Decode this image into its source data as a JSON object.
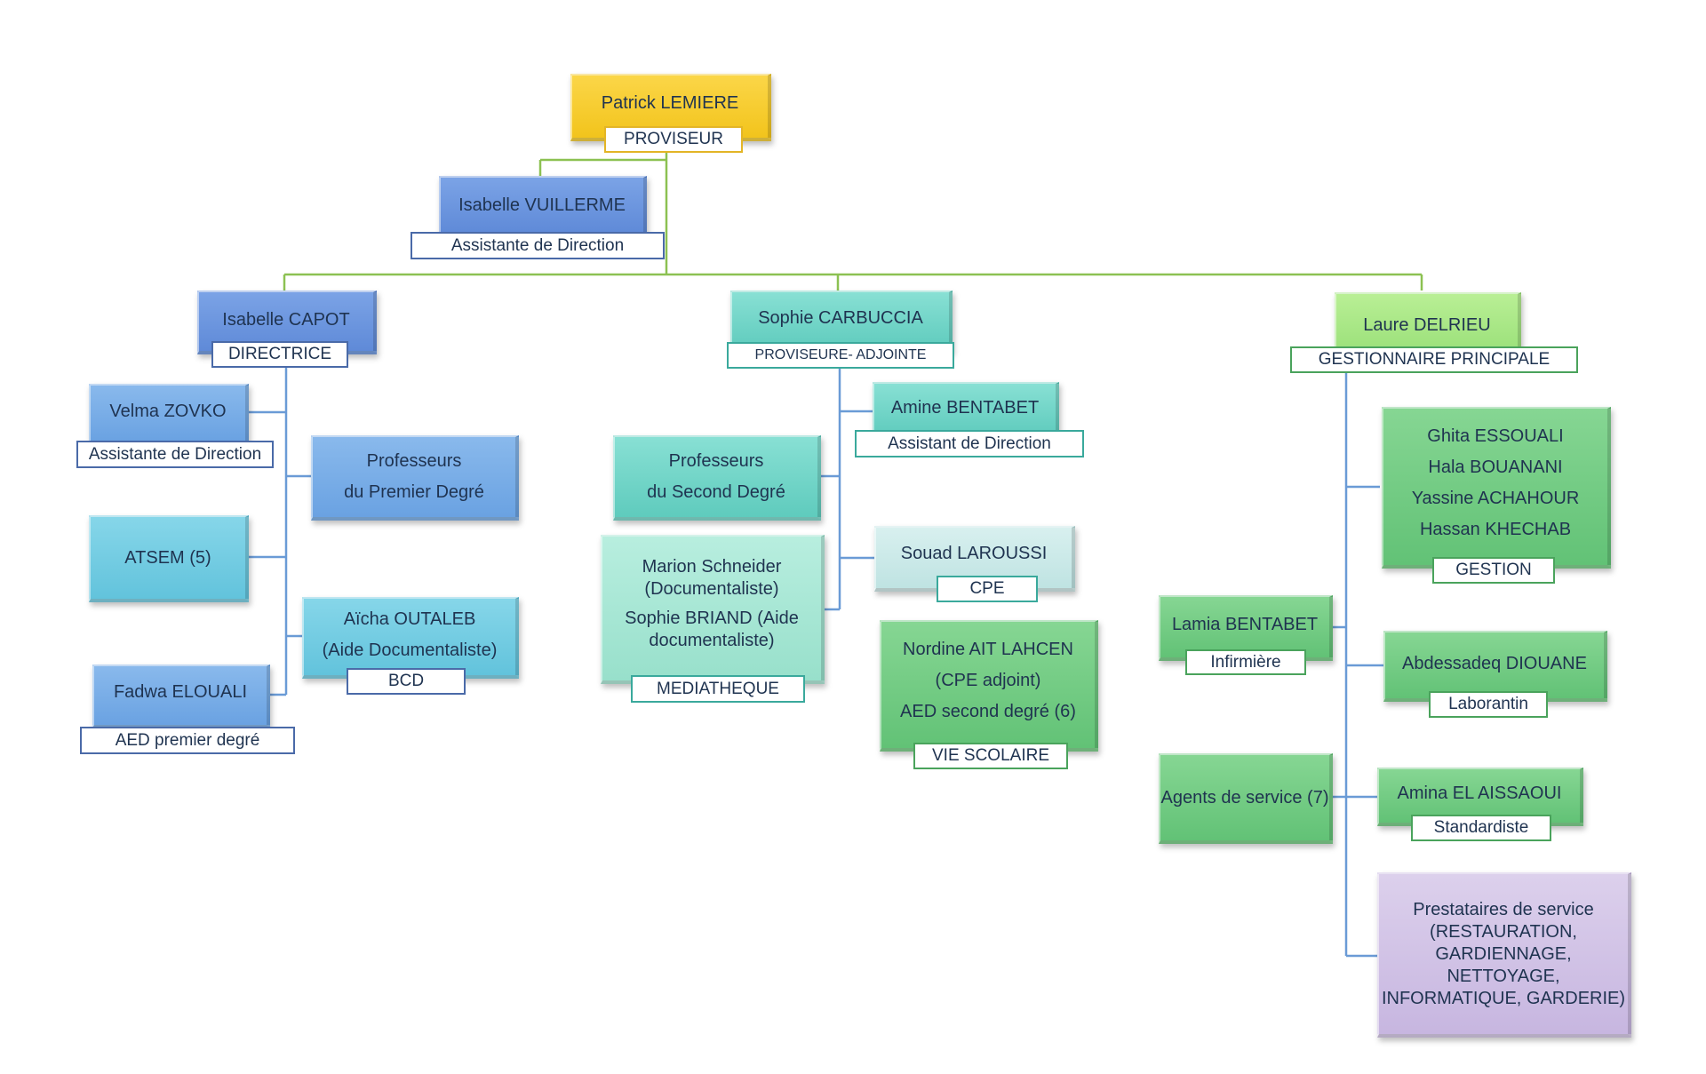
{
  "top": {
    "name": "Patrick LEMIERE",
    "role": "PROVISEUR"
  },
  "assistant": {
    "name": "Isabelle VUILLERME",
    "role": "Assistante de Direction"
  },
  "left": {
    "head": {
      "name": "Isabelle CAPOT",
      "role": "DIRECTRICE"
    },
    "velma": {
      "name": "Velma ZOVKO",
      "role": "Assistante de Direction"
    },
    "profs": {
      "lines": [
        "Professeurs",
        "du Premier Degré"
      ]
    },
    "atsem": {
      "name": "ATSEM (5)"
    },
    "aicha": {
      "lines": [
        "Aïcha OUTALEB",
        "(Aide Documentaliste)"
      ],
      "role": "BCD"
    },
    "fadwa": {
      "name": "Fadwa ELOUALI",
      "role": "AED premier degré"
    }
  },
  "middle": {
    "head": {
      "name": "Sophie CARBUCCIA",
      "role": "PROVISEURE- ADJOINTE"
    },
    "amine": {
      "name": "Amine BENTABET",
      "role": "Assistant de Direction"
    },
    "profs": {
      "lines": [
        "Professeurs",
        "du Second Degré"
      ]
    },
    "media": {
      "lines": [
        "Marion Schneider",
        "(Documentaliste)",
        "Sophie BRIAND (Aide",
        "documentaliste)"
      ],
      "role": "MEDIATHEQUE"
    },
    "souad": {
      "name": "Souad LAROUSSI",
      "role": "CPE"
    },
    "vie": {
      "lines": [
        "Nordine AIT LAHCEN",
        "(CPE adjoint)",
        "AED second degré (6)"
      ],
      "role": "VIE SCOLAIRE"
    }
  },
  "right": {
    "head": {
      "name": "Laure DELRIEU",
      "role": "GESTIONNAIRE PRINCIPALE"
    },
    "gestion": {
      "lines": [
        "Ghita ESSOUALI",
        "Hala BOUANANI",
        "Yassine ACHAHOUR",
        "Hassan KHECHAB"
      ],
      "role": "GESTION"
    },
    "lamia": {
      "name": "Lamia BENTABET",
      "role": "Infirmière"
    },
    "abdes": {
      "name": "Abdessadeq DIOUANE",
      "role": "Laborantin"
    },
    "agents": {
      "name": "Agents de service (7)"
    },
    "amina": {
      "name": "Amina EL AISSAOUI",
      "role": "Standardiste"
    },
    "presta": {
      "lines": [
        "Prestataires de service",
        "(RESTAURATION,",
        "GARDIENNAGE, NETTOYAGE,",
        "INFORMATIQUE, GARDERIE)"
      ]
    }
  },
  "colors": {
    "top_line": "#8cc152",
    "left_line": "#5b8fd0",
    "right_line": "#5b8fd0"
  }
}
